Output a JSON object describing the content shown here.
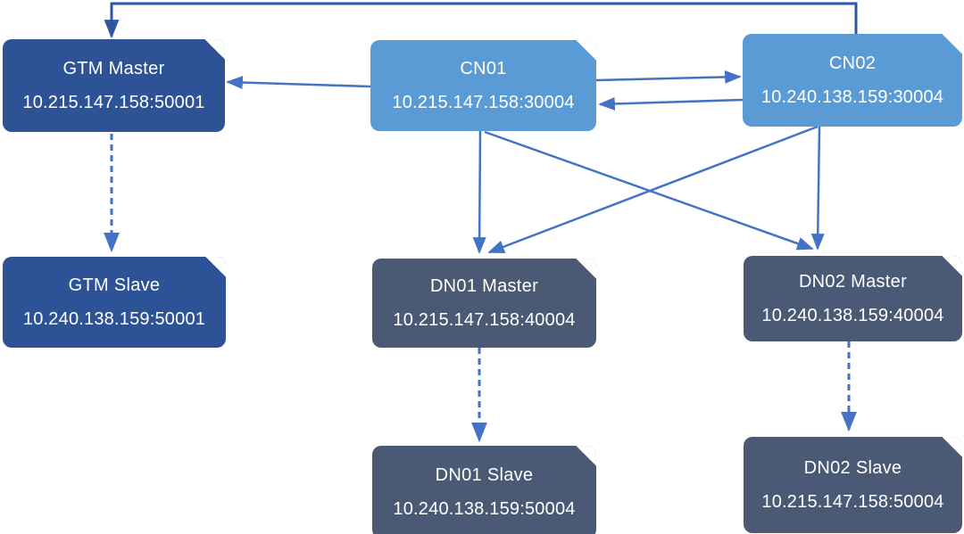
{
  "diagram": {
    "type": "database-cluster-topology",
    "background": "#ffffff",
    "colors": {
      "gtm_node": "#2d5295",
      "cn_node": "#5b9bd5",
      "dn_node": "#4a5a74",
      "connector": "#4472c4",
      "feedback_connector": "#2f55a4",
      "node_text": "#ffffff"
    },
    "nodes": {
      "gtm_master": {
        "label": "GTM Master",
        "address": "10.215.147.158:50001"
      },
      "gtm_slave": {
        "label": "GTM Slave",
        "address": "10.240.138.159:50001"
      },
      "cn01": {
        "label": "CN01",
        "address": "10.215.147.158:30004"
      },
      "cn02": {
        "label": "CN02",
        "address": "10.240.138.159:30004"
      },
      "dn01_master": {
        "label": "DN01 Master",
        "address": "10.215.147.158:40004"
      },
      "dn02_master": {
        "label": "DN02 Master",
        "address": "10.240.138.159:40004"
      },
      "dn01_slave": {
        "label": "DN01 Slave",
        "address": "10.240.138.159:50004"
      },
      "dn02_slave": {
        "label": "DN02 Slave",
        "address": "10.215.147.158:50004"
      }
    },
    "edges": [
      {
        "from": "cn02",
        "to": "gtm_master",
        "style": "solid"
      },
      {
        "from": "cn01",
        "to": "gtm_master",
        "style": "solid"
      },
      {
        "from": "cn01",
        "to": "cn02",
        "style": "solid"
      },
      {
        "from": "cn02",
        "to": "cn01",
        "style": "solid"
      },
      {
        "from": "cn01",
        "to": "dn01_master",
        "style": "solid"
      },
      {
        "from": "cn01",
        "to": "dn02_master",
        "style": "solid"
      },
      {
        "from": "cn02",
        "to": "dn01_master",
        "style": "solid"
      },
      {
        "from": "cn02",
        "to": "dn02_master",
        "style": "solid"
      },
      {
        "from": "gtm_master",
        "to": "gtm_slave",
        "style": "dashed"
      },
      {
        "from": "dn01_master",
        "to": "dn01_slave",
        "style": "dashed"
      },
      {
        "from": "dn02_master",
        "to": "dn02_slave",
        "style": "dashed"
      }
    ]
  }
}
